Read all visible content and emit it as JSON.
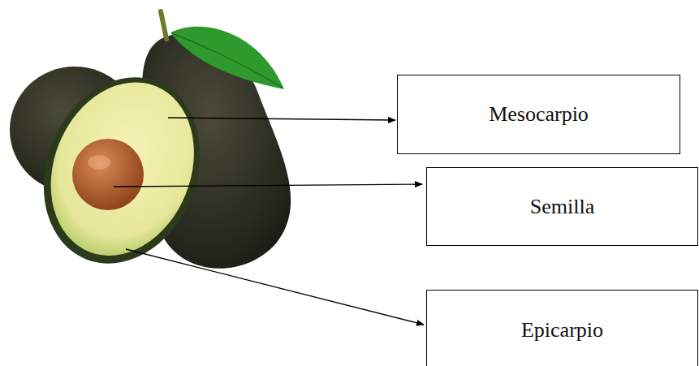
{
  "diagram": {
    "nodes": [
      {
        "text": [
          "Mesocarpio"
        ]
      },
      {
        "text": [
          "Semilla"
        ]
      },
      {
        "text": [
          "Epicarpio"
        ]
      }
    ]
  }
}
